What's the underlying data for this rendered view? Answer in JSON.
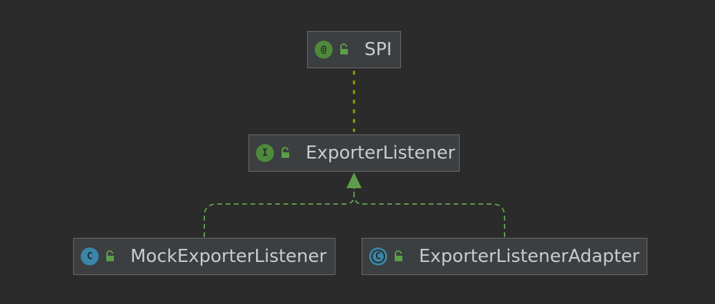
{
  "diagram": {
    "nodes": {
      "spi": {
        "label": "SPI",
        "kind_glyph": "@",
        "kind": "annotation",
        "access": "public"
      },
      "exporter_listener": {
        "label": "ExporterListener",
        "kind_glyph": "I",
        "kind": "interface",
        "access": "public"
      },
      "mock_exporter_listener": {
        "label": "MockExporterListener",
        "kind_glyph": "C",
        "kind": "class",
        "access": "public"
      },
      "exporter_listener_adapter": {
        "label": "ExporterListenerAdapter",
        "kind_glyph": "C",
        "kind": "abstract-class",
        "access": "public"
      }
    },
    "edges": [
      {
        "from": "exporter_listener",
        "to": "spi",
        "type": "annotated-by",
        "style": "dotted"
      },
      {
        "from": "mock_exporter_listener",
        "to": "exporter_listener",
        "type": "implements",
        "style": "dashed"
      },
      {
        "from": "exporter_listener_adapter",
        "to": "exporter_listener",
        "type": "implements",
        "style": "dashed"
      }
    ],
    "colors": {
      "background": "#2b2b2b",
      "node_fill": "#3c3f41",
      "node_border": "#6b6b6b",
      "annotation_edge": "#a0a000",
      "implements_edge": "#5c9e4a",
      "lock": "#5c9e4a"
    }
  }
}
